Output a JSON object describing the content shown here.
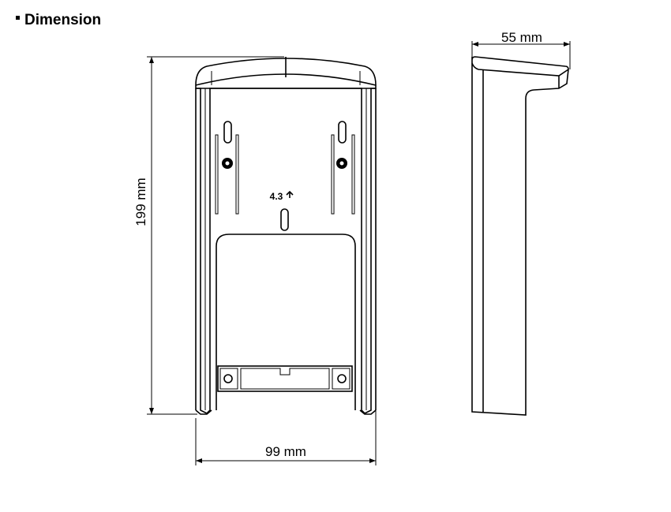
{
  "title": "Dimension",
  "front_view": {
    "height_label": "199 mm",
    "width_label": "99 mm",
    "screw_label": "4.3"
  },
  "side_view": {
    "depth_label": "55 mm"
  }
}
